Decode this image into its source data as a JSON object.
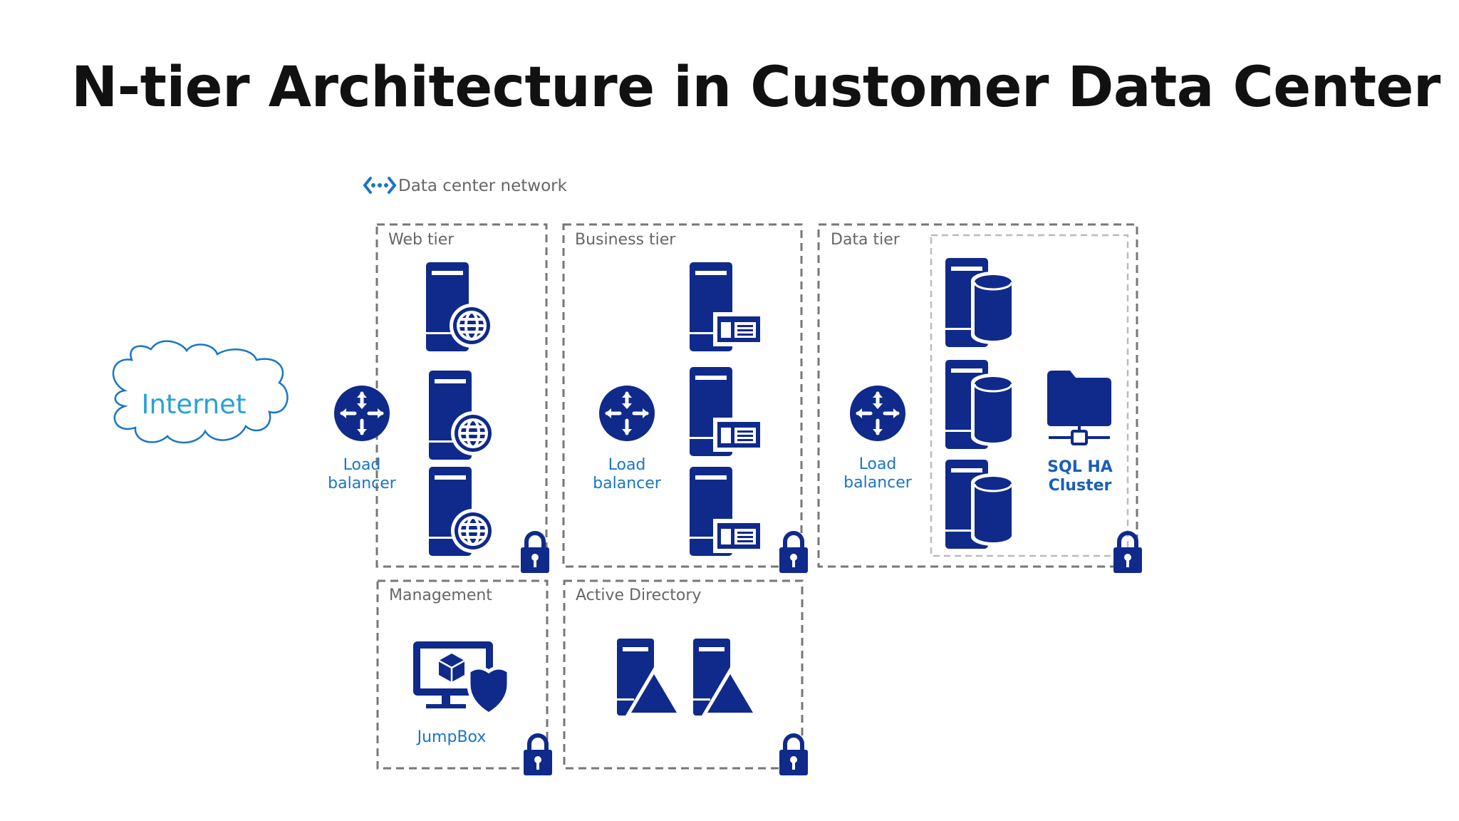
{
  "title": "N-tier Architecture in Customer Data Center",
  "network": {
    "label": "Data center network",
    "icon": "virtual-network-icon"
  },
  "internet": {
    "label": "Internet",
    "icon": "cloud-icon"
  },
  "tiers": {
    "web": {
      "label": "Web tier",
      "load_balancer_line1": "Load",
      "load_balancer_line2": "balancer",
      "server_icon": "web-server-icon"
    },
    "business": {
      "label": "Business tier",
      "load_balancer_line1": "Load",
      "load_balancer_line2": "balancer",
      "server_icon": "app-server-icon"
    },
    "data": {
      "label": "Data tier",
      "load_balancer_line1": "Load",
      "load_balancer_line2": "balancer",
      "server_icon": "sql-server-icon",
      "cluster_line1": "SQL HA",
      "cluster_line2": "Cluster"
    },
    "management": {
      "label": "Management",
      "jumpbox_label": "JumpBox"
    },
    "active_directory": {
      "label": "Active Directory",
      "server_icon": "domain-controller-icon"
    }
  },
  "colors": {
    "icon": "#0f2a8a",
    "accent": "#1a75c4",
    "internet_text": "#2aa0d8",
    "border": "#777777",
    "text": "#666666"
  }
}
